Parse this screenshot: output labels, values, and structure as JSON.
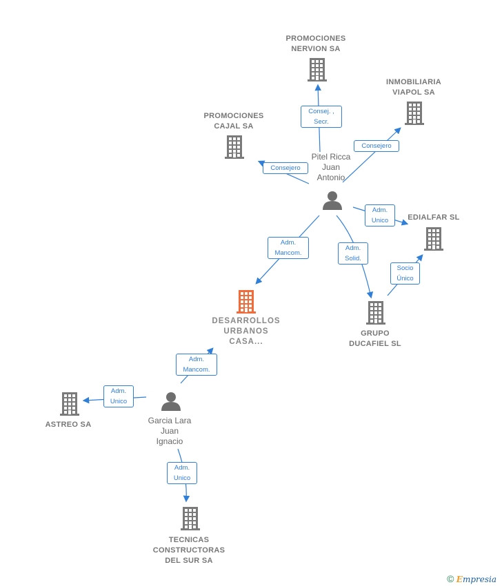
{
  "nodes": {
    "promociones_nervion": {
      "label_lines": [
        "PROMOCIONES",
        "NERVION SA"
      ]
    },
    "inmobiliaria_viapol": {
      "label_lines": [
        "INMOBILIARIA",
        "VIAPOL SA"
      ]
    },
    "promociones_cajal": {
      "label_lines": [
        "PROMOCIONES",
        "CAJAL SA"
      ]
    },
    "edialfar": {
      "label_lines": [
        "EDIALFAR  SL"
      ]
    },
    "grupo_ducafiel": {
      "label_lines": [
        "GRUPO",
        "DUCAFIEL  SL"
      ]
    },
    "desarrollos_urbanos": {
      "label_lines": [
        "DESARROLLOS",
        "URBANOS",
        "CASA..."
      ]
    },
    "astreo": {
      "label_lines": [
        "ASTREO SA"
      ]
    },
    "tecnicas_constructoras": {
      "label_lines": [
        "TECNICAS",
        "CONSTRUCTORAS",
        "DEL SUR SA"
      ]
    },
    "pitel_ricca": {
      "label_lines": [
        "Pitel Ricca",
        "Juan",
        "Antonio"
      ]
    },
    "garcia_lara": {
      "label_lines": [
        "Garcia Lara",
        "Juan",
        "Ignacio"
      ]
    }
  },
  "edges": {
    "consej_secr": {
      "lines": [
        "Consej. ,",
        "Secr."
      ]
    },
    "consejero_viapol": {
      "lines": [
        "Consejero"
      ]
    },
    "consejero_cajal": {
      "lines": [
        "Consejero"
      ]
    },
    "adm_unico_edialfar": {
      "lines": [
        "Adm.",
        "Unico"
      ]
    },
    "adm_mancom_desarrollos": {
      "lines": [
        "Adm.",
        "Mancom."
      ]
    },
    "adm_solid_ducafiel": {
      "lines": [
        "Adm.",
        "Solid."
      ]
    },
    "socio_unico": {
      "lines": [
        "Socio",
        "Único"
      ]
    },
    "adm_mancom_garcia": {
      "lines": [
        "Adm.",
        "Mancom."
      ]
    },
    "adm_unico_astreo": {
      "lines": [
        "Adm.",
        "Unico"
      ]
    },
    "adm_unico_tecnicas": {
      "lines": [
        "Adm.",
        "Unico"
      ]
    }
  },
  "colors": {
    "building": "#7a7a7a",
    "building_main": "#f26b3a",
    "person": "#6e6e6e",
    "edge": "#2f7ed8"
  },
  "icons": {
    "company": "building-icon",
    "person": "person-icon"
  },
  "brand": {
    "copyright": "©",
    "initial": "E",
    "rest": "mpresia"
  }
}
